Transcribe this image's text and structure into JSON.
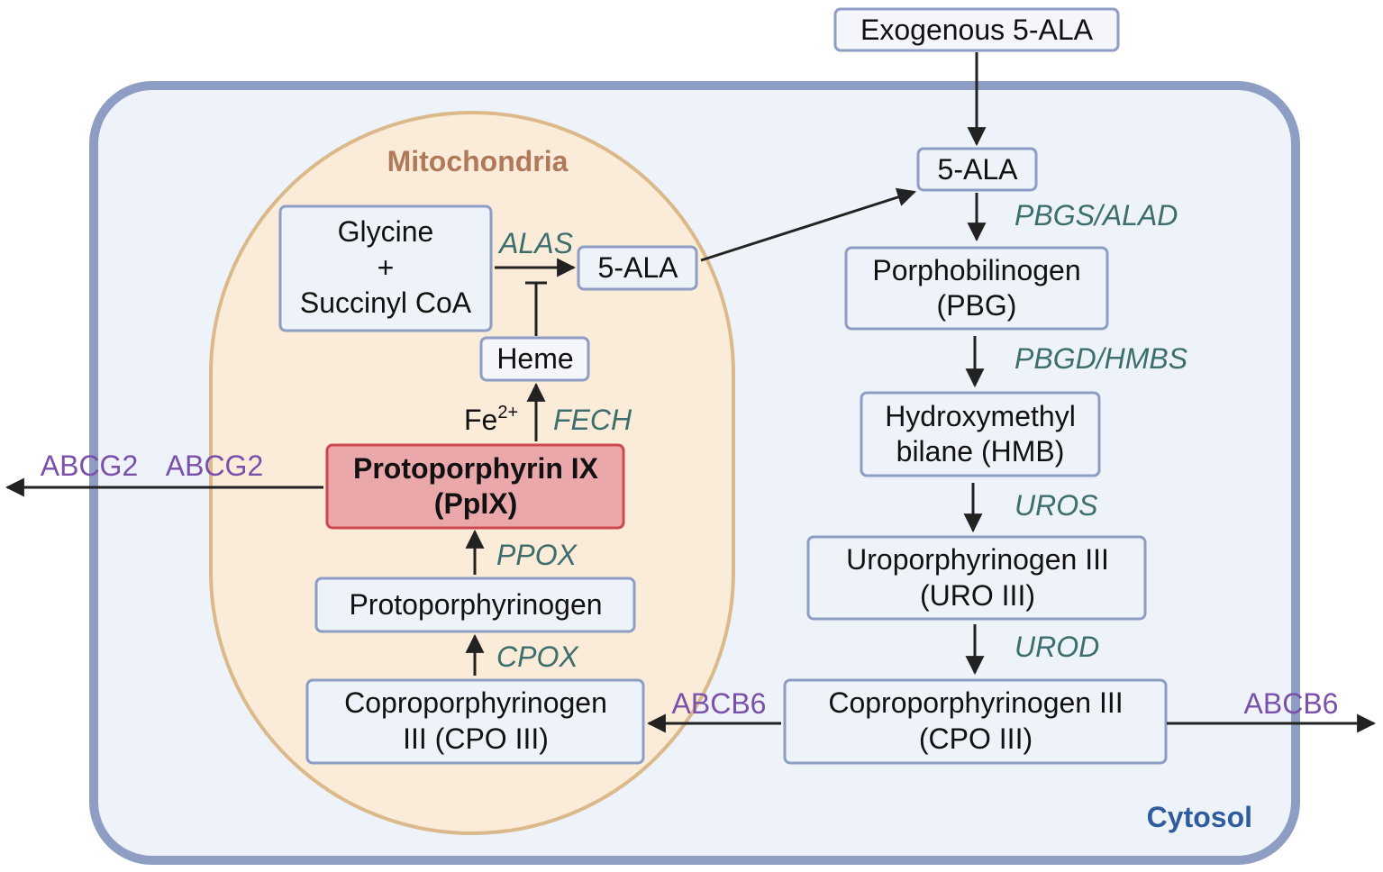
{
  "compartments": {
    "cytosol": "Cytosol",
    "mitochondria": "Mitochondria"
  },
  "nodes": {
    "exogenous_ala": "Exogenous 5-ALA",
    "cyto_ala": "5-ALA",
    "pbg": [
      "Porphobilinogen",
      "(PBG)"
    ],
    "hmb": [
      "Hydroxymethyl",
      "bilane (HMB)"
    ],
    "uro": [
      "Uroporphyrinogen III",
      "(URO III)"
    ],
    "cpo_cyto": [
      "Coproporphyrinogen III",
      "(CPO III)"
    ],
    "glycine": [
      "Glycine",
      "+",
      "Succinyl CoA"
    ],
    "mito_ala": "5-ALA",
    "heme": "Heme",
    "fe": "Fe",
    "fe_charge": "2+",
    "ppix": [
      "Protoporphyrin IX",
      "(PpIX)"
    ],
    "protoporphyrinogen": "Protoporphyrinogen",
    "cpo_mito": [
      "Coproporphyrinogen",
      "III (CPO III)"
    ]
  },
  "enzymes": {
    "alas": "ALAS",
    "pbgs": "PBGS/ALAD",
    "pbgd": "PBGD/HMBS",
    "uros": "UROS",
    "urod": "UROD",
    "fech": "FECH",
    "ppox": "PPOX",
    "cpox": "CPOX"
  },
  "transporters": {
    "abcg2_outer": "ABCG2",
    "abcg2_inner": "ABCG2",
    "abcb6_mito": "ABCB6",
    "abcb6_outer": "ABCB6"
  },
  "colors": {
    "cytosol_fill": "#eef3f9",
    "cytosol_border": "#8e9dc4",
    "mito_fill": "#fbecd9",
    "mito_border": "#dbb98b",
    "ppix_fill": "#eba8ab",
    "ppix_border": "#cc4a4f",
    "enzyme_text": "#3d6e6e",
    "transporter_text": "#7b50ab",
    "mito_label": "#b07a5a",
    "cytosol_label": "#2f5c9e"
  }
}
